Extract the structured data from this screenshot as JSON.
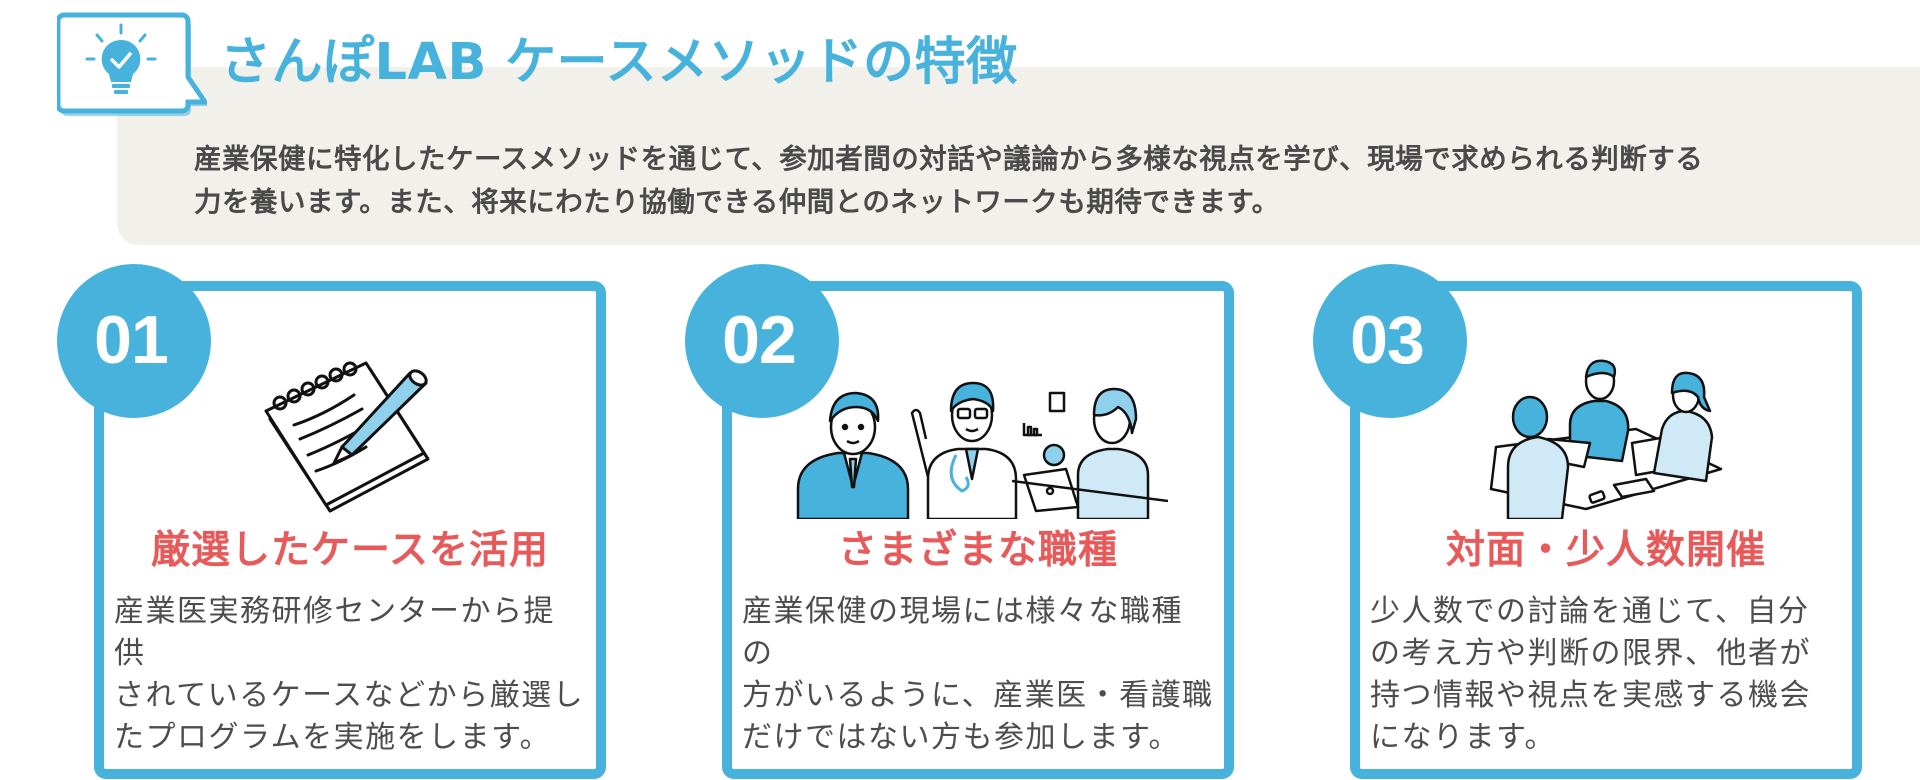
{
  "header": {
    "title": "さんぽLAB ケースメソッドの特徴",
    "icon": "lightbulb-check-icon",
    "accent_color": "#47b3dc"
  },
  "intro": {
    "line1": "産業保健に特化したケースメソッドを通じて、参加者間の対話や議論から多様な視点を学び、現場で求められる判断する",
    "line2": "力を養います。また、将来にわたり協働できる仲間とのネットワークも期待できます。",
    "background_color": "#f1f0ea"
  },
  "cards": [
    {
      "number": "01",
      "illustration": "notepad-pencil-icon",
      "title": "厳選したケースを活用",
      "body": [
        "産業医実務研修センターから提供",
        "されているケースなどから厳選し",
        "たプログラムを実施をします。"
      ]
    },
    {
      "number": "02",
      "illustration": "various-professionals-icon",
      "title": "さまざまな職種",
      "body": [
        "産業保健の現場には様々な職種の",
        "方がいるように、産業医・看護職",
        "だけではない方も参加します。"
      ]
    },
    {
      "number": "03",
      "illustration": "small-group-meeting-icon",
      "title": "対面・少人数開催",
      "body": [
        "少人数での討論を通じて、自分",
        "の考え方や判断の限界、他者が",
        "持つ情報や視点を実感する機会",
        "になります。"
      ]
    }
  ],
  "colors": {
    "accent_blue": "#47b3dc",
    "heading_red": "#e85a5a",
    "body_text": "#4d4d4d"
  }
}
